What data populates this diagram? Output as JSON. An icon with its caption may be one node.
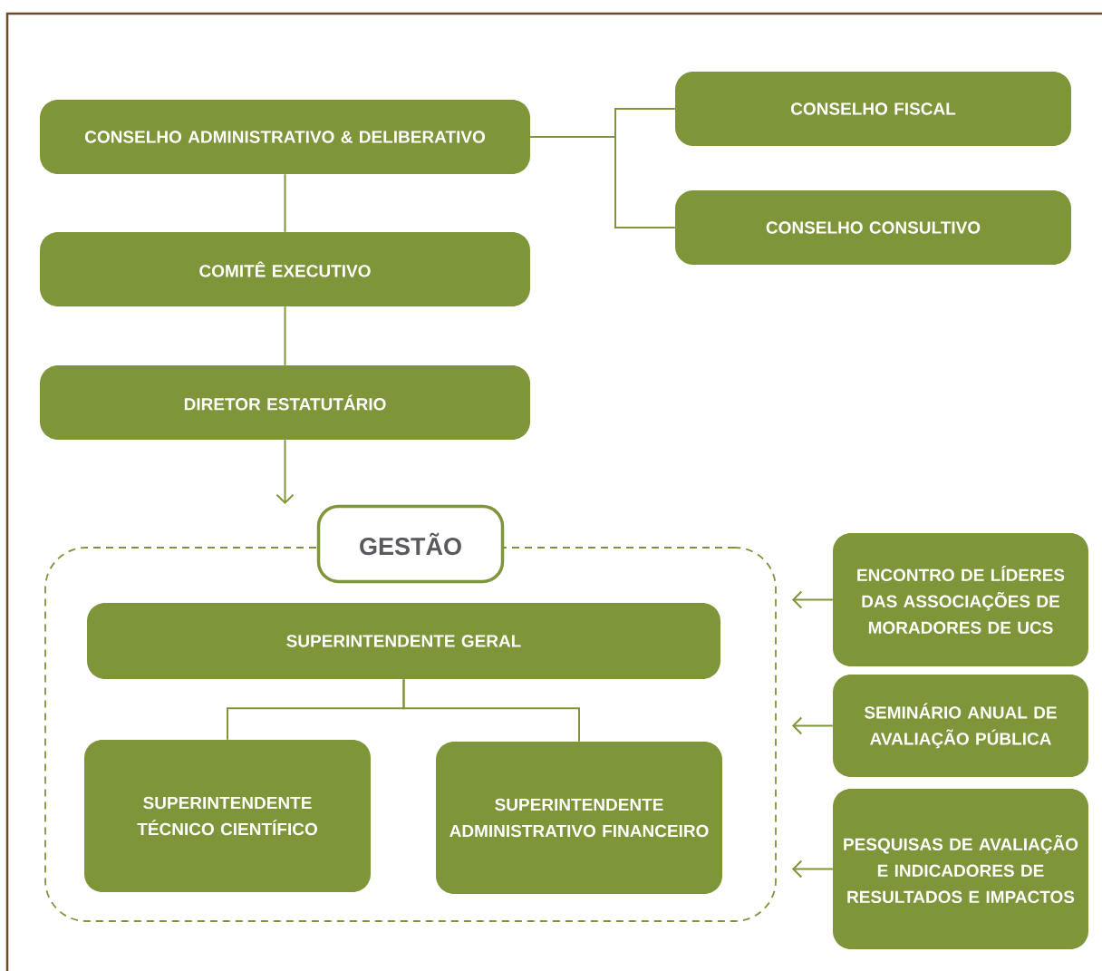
{
  "diagram": {
    "nodes": [
      {
        "text": [
          "CONSELHO ADMINISTRATIVO & DELIBERATIVO"
        ]
      },
      {
        "text": [
          "CONSELHO FISCAL"
        ]
      },
      {
        "text": [
          "CONSELHO CONSULTIVO"
        ]
      },
      {
        "text": [
          "COMITÊ EXECUTIVO"
        ]
      },
      {
        "text": [
          "DIRETOR ESTATUTÁRIO"
        ]
      },
      {
        "text": [
          "GESTÃO"
        ]
      },
      {
        "text": [
          "SUPERINTENDENTE GERAL"
        ],
        "in": 5
      },
      {
        "text": [
          "SUPERINTENDENTE TÉCNICO CIENTÍFICO"
        ],
        "in": 5
      },
      {
        "text": [
          "SUPERINTENDENTE ADMINISTRATIVO FINANCEIRO"
        ],
        "in": 5
      },
      {
        "text": [
          "ENCONTRO DE LÍDERES DAS ASSOCIAÇÕES DE MORADORES DE UCS"
        ]
      },
      {
        "text": [
          "SEMINÁRIO ANUAL DE AVALIAÇÃO PÚBLICA"
        ]
      },
      {
        "text": [
          "PESQUISAS DE AVALIAÇÃO E INDICADORES DE RESULTADOS E IMPACTOS"
        ]
      }
    ],
    "edges": [
      {
        "from": 0,
        "to": 1,
        "arrow": "none"
      },
      {
        "from": 0,
        "to": 2,
        "arrow": "none"
      },
      {
        "from": 0,
        "to": 3,
        "arrow": "none"
      },
      {
        "from": 3,
        "to": 4,
        "arrow": "none"
      },
      {
        "from": 4,
        "to": 5,
        "arrow": "to"
      },
      {
        "from": 6,
        "to": 7,
        "arrow": "none"
      },
      {
        "from": 6,
        "to": 8,
        "arrow": "none"
      },
      {
        "from": 9,
        "to": 5,
        "arrow": "to"
      },
      {
        "from": 10,
        "to": 5,
        "arrow": "to"
      },
      {
        "from": 11,
        "to": 5,
        "arrow": "to"
      }
    ]
  }
}
